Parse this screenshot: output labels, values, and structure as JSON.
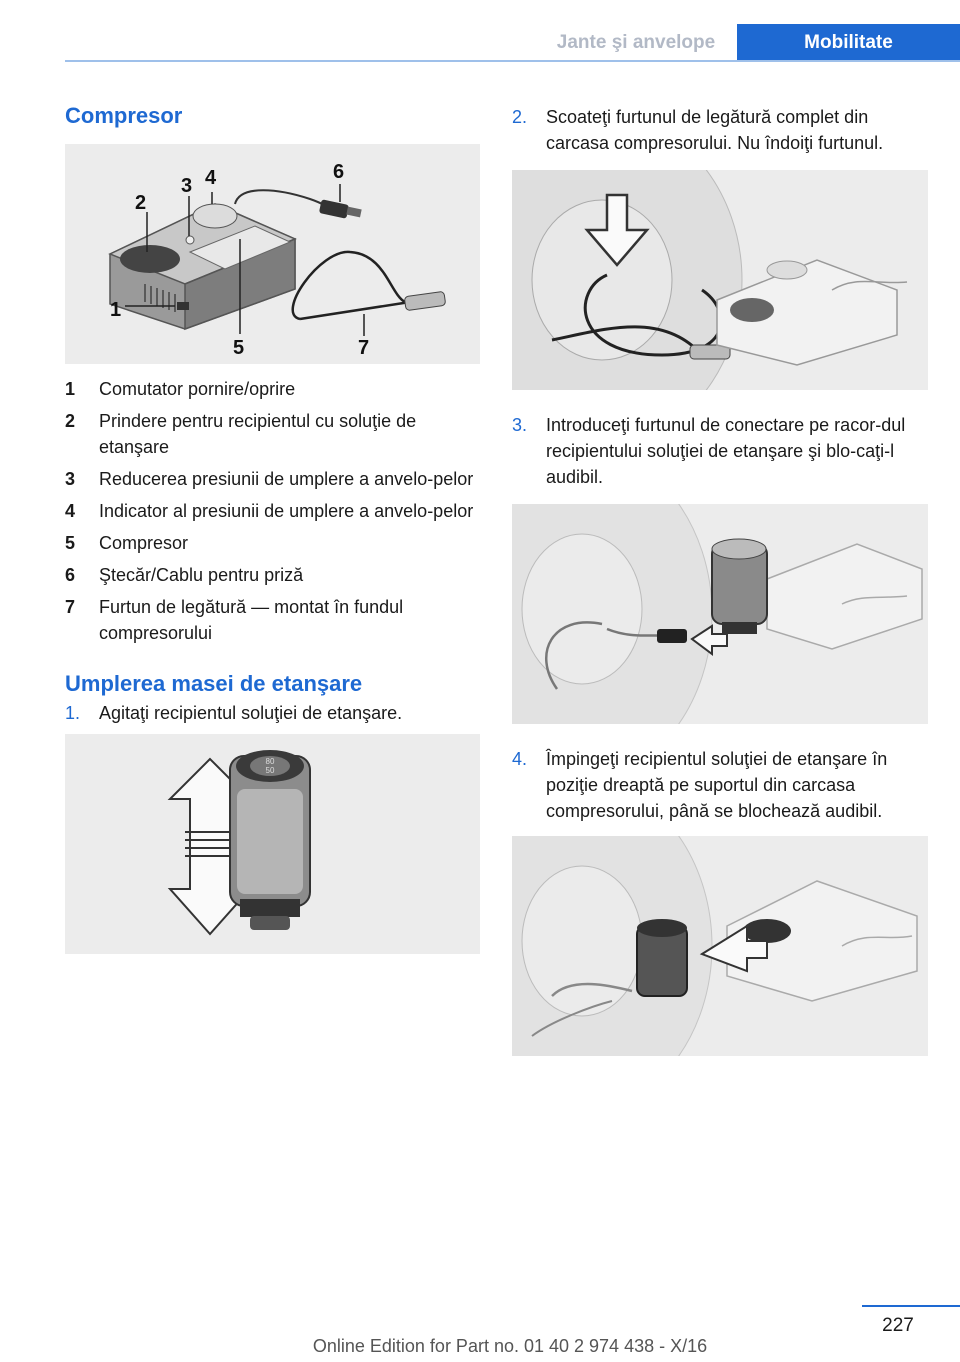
{
  "header": {
    "tab_section": "Jante şi anvelope",
    "tab_chapter": "Mobilitate"
  },
  "left": {
    "title": "Compresor",
    "figure1": {
      "callouts": [
        "1",
        "2",
        "3",
        "4",
        "5",
        "6",
        "7"
      ]
    },
    "legend": [
      {
        "num": "1",
        "text": "Comutator pornire/oprire"
      },
      {
        "num": "2",
        "text": "Prindere pentru recipientul cu soluţie de etanşare"
      },
      {
        "num": "3",
        "text": "Reducerea presiunii de umplere a anvelo‐pelor"
      },
      {
        "num": "4",
        "text": "Indicator al presiunii de umplere a anvelo‐pelor"
      },
      {
        "num": "5",
        "text": "Compresor"
      },
      {
        "num": "6",
        "text": "Ştecăr/Cablu pentru priză"
      },
      {
        "num": "7",
        "text": "Furtun de legătură — montat în fundul compresorului"
      }
    ],
    "subtitle": "Umplerea masei de etanşare",
    "step1": {
      "num": "1.",
      "text": "Agitaţi recipientul soluţiei de etanşare."
    },
    "figure2": {
      "bottle_label_top": "80",
      "bottle_label_bottom": "50"
    }
  },
  "right": {
    "steps": [
      {
        "num": "2.",
        "text": "Scoateţi furtunul de legătură complet din carcasa compresorului. Nu îndoiţi furtunul."
      },
      {
        "num": "3.",
        "text": "Introduceţi furtunul de conectare pe racor‐dul recipientului soluţiei de etanşare şi blo‐caţi-l audibil."
      },
      {
        "num": "4.",
        "text": "Împingeţi recipientul soluţiei de etanşare în poziţie dreaptă pe suportul din carcasa compresorului, până se blochează audibil."
      }
    ]
  },
  "footer": {
    "page_number": "227",
    "edition": "Online Edition for Part no. 01 40 2 974 438 - X/16"
  }
}
